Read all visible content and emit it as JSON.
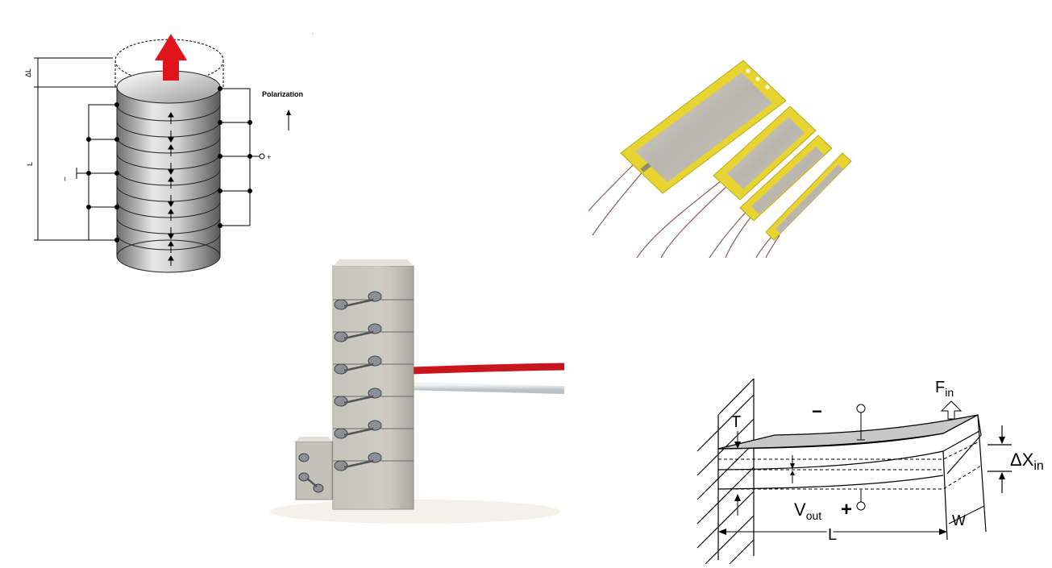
{
  "stack": {
    "polarization_label": "Polarization",
    "delta_l_label": "ΔL",
    "length_label": "L",
    "terminal_plus": "+",
    "terminal_minus": "−"
  },
  "bender": {
    "force_label": "F",
    "force_sub": "in",
    "thickness_label": "T",
    "minus_sign": "−",
    "plus_sign": "+",
    "vout_label": "V",
    "vout_sub": "out",
    "deflection_label": "ΔX",
    "deflection_sub": "in",
    "length_label": "L",
    "width_label": "W"
  }
}
